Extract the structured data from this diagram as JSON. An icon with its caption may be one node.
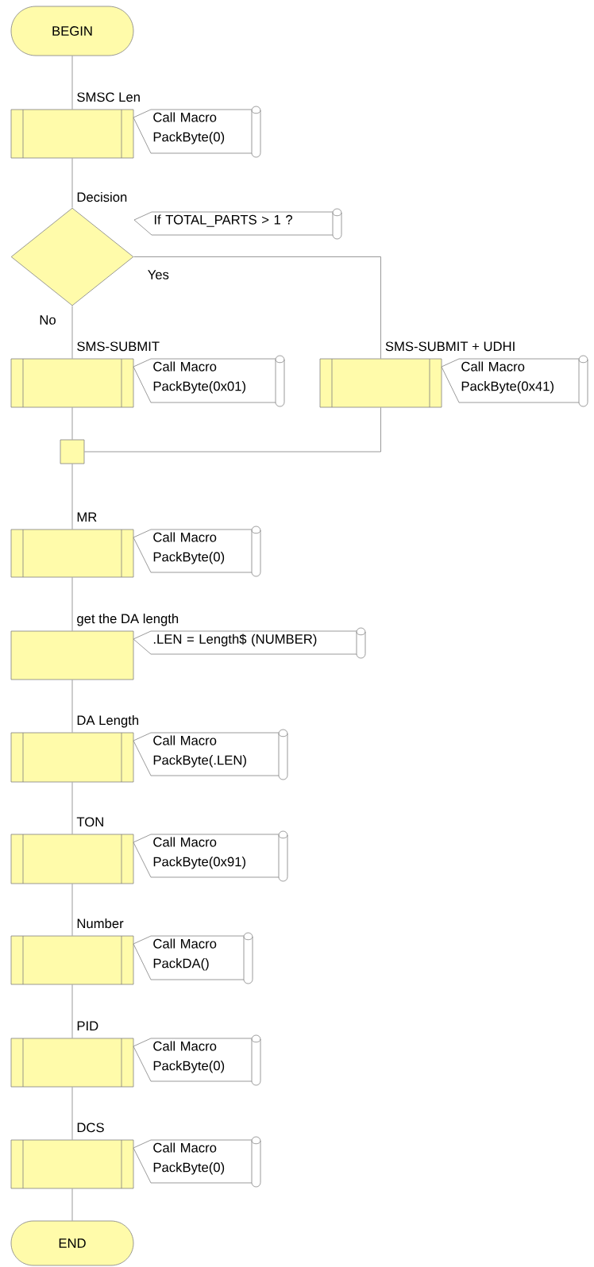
{
  "diagram": {
    "nodes": [
      {
        "text": [
          "BEGIN"
        ]
      },
      {
        "text": [
          "SMSC Len"
        ]
      },
      {
        "text": [
          "Call Macro PackByte(0)"
        ]
      },
      {
        "text": [
          "Decision"
        ]
      },
      {
        "text": [
          "If TOTAL_PARTS > 1 ?"
        ]
      },
      {
        "text": [
          "SMS-SUBMIT"
        ]
      },
      {
        "text": [
          "Call Macro PackByte(0x01)"
        ]
      },
      {
        "text": [
          "SMS-SUBMIT + UDHI"
        ]
      },
      {
        "text": [
          "Call Macro PackByte(0x41)"
        ]
      },
      {
        "text": [],
        "shape": "box"
      },
      {
        "text": [
          "MR"
        ]
      },
      {
        "text": [
          "Call Macro PackByte(0)"
        ]
      },
      {
        "text": [
          "get the DA length"
        ]
      },
      {
        "text": [
          ".LEN = Length$ (NUMBER)"
        ]
      },
      {
        "text": [
          "DA Length"
        ]
      },
      {
        "text": [
          "Call Macro PackByte(.LEN)"
        ]
      },
      {
        "text": [
          "TON"
        ]
      },
      {
        "text": [
          "Call Macro PackByte(0x91)"
        ]
      },
      {
        "text": [
          "Number"
        ]
      },
      {
        "text": [
          "Call Macro PackDA()"
        ]
      },
      {
        "text": [
          "PID"
        ]
      },
      {
        "text": [
          "Call Macro PackByte(0)"
        ]
      },
      {
        "text": [
          "DCS"
        ]
      },
      {
        "text": [
          "Call Macro PackByte(0)"
        ]
      },
      {
        "text": [
          "END"
        ]
      }
    ],
    "edges": [
      {
        "from": 0,
        "to": 1,
        "arrow": "none"
      },
      {
        "from": 1,
        "to": 3,
        "arrow": "none"
      },
      {
        "from": 3,
        "to": 5,
        "arrow": "none",
        "label": "No"
      },
      {
        "from": 3,
        "to": 7,
        "arrow": "none",
        "label": "Yes"
      },
      {
        "from": 5,
        "to": 9,
        "arrow": "none"
      },
      {
        "from": 7,
        "to": 9,
        "arrow": "none"
      },
      {
        "from": 9,
        "to": 10,
        "arrow": "none"
      },
      {
        "from": 10,
        "to": 12,
        "arrow": "none"
      },
      {
        "from": 12,
        "to": 14,
        "arrow": "none"
      },
      {
        "from": 14,
        "to": 16,
        "arrow": "none"
      },
      {
        "from": 16,
        "to": 18,
        "arrow": "none"
      },
      {
        "from": 18,
        "to": 20,
        "arrow": "none"
      },
      {
        "from": 20,
        "to": 22,
        "arrow": "none"
      },
      {
        "from": 22,
        "to": 24,
        "arrow": "none"
      }
    ]
  }
}
